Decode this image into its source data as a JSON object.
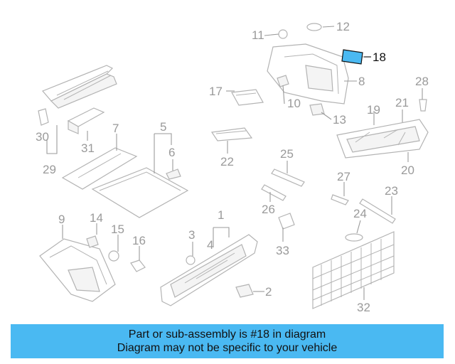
{
  "diagram": {
    "callouts": {
      "c1": "1",
      "c2": "2",
      "c3": "3",
      "c4": "4",
      "c5": "5",
      "c6": "6",
      "c7": "7",
      "c8": "8",
      "c9": "9",
      "c10": "10",
      "c11": "11",
      "c12": "12",
      "c13": "13",
      "c14": "14",
      "c15": "15",
      "c16": "16",
      "c17": "17",
      "c18": "18",
      "c19": "19",
      "c20": "20",
      "c21": "21",
      "c22": "22",
      "c23": "23",
      "c24": "24",
      "c25": "25",
      "c26": "26",
      "c27": "27",
      "c28": "28",
      "c29": "29",
      "c30": "30",
      "c31": "31",
      "c32": "32",
      "c33": "33"
    },
    "highlighted_part": "18",
    "colors": {
      "highlight_fill": "#4ab9f2",
      "line_gray": "#b3b3b3",
      "label_gray": "#9a9a9a"
    }
  },
  "banner": {
    "line1": "Part or sub-assembly is #18 in diagram",
    "line2": "Diagram may not be specific to your vehicle",
    "background": "#4ab9f2"
  }
}
